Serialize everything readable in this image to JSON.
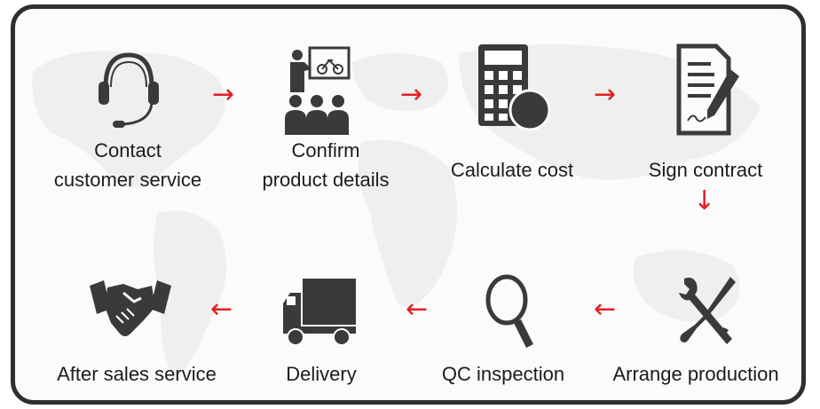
{
  "steps": [
    {
      "icon": "headset-icon",
      "line1": "Contact",
      "line2": "customer service"
    },
    {
      "icon": "presentation-icon",
      "line1": "Confirm",
      "line2": "product details"
    },
    {
      "icon": "calculator-icon",
      "label": "Calculate cost"
    },
    {
      "icon": "contract-icon",
      "label": "Sign contract"
    },
    {
      "icon": "tools-icon",
      "label": "Arrange production"
    },
    {
      "icon": "magnifier-icon",
      "label": "QC inspection"
    },
    {
      "icon": "truck-icon",
      "label": "Delivery"
    },
    {
      "icon": "handshake-icon",
      "label": "After sales service"
    }
  ],
  "arrows": {
    "right": "→",
    "down": "↓",
    "left": "←"
  },
  "colors": {
    "arrow": "#e31e24",
    "icon": "#3a3a3a",
    "border": "#2f2f2f",
    "map": "#ececec"
  }
}
